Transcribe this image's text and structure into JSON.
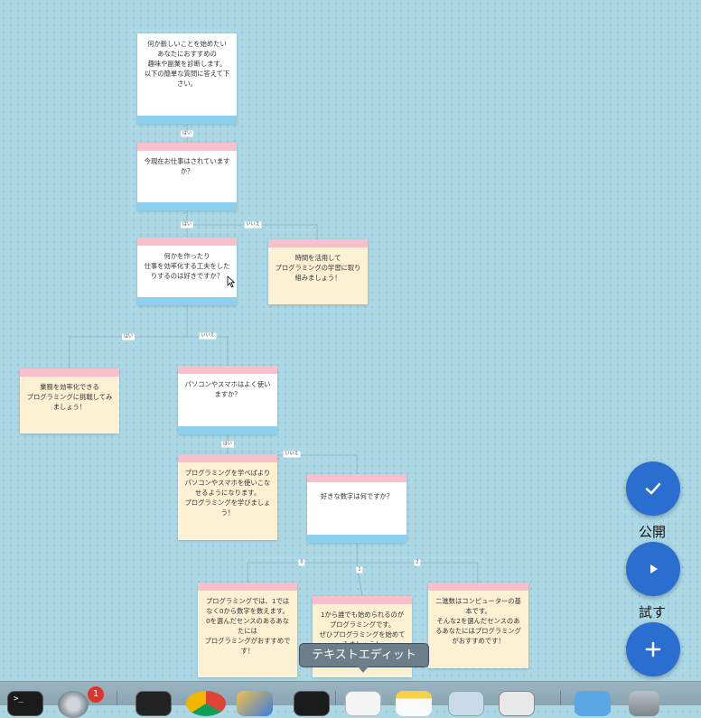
{
  "nodes": {
    "start": "何か新しいことを始めたい\nあなたにおすすめの\n趣味や副業を診断します。\n以下の簡単な質問に答えて下さい。",
    "q1": "今現在お仕事はされていますか？",
    "q2": "何かを作ったり\n仕事を効率化する工夫をしたりするのは好きですか？",
    "r1": "時間を活用して\nプログラミングの学習に取り組みましょう！",
    "r2": "業務を効率化できる\nプログラミングに挑戦してみましょう！",
    "q3": "パソコンやスマホはよく使いますか？",
    "r3": "プログラミングを学べばよりパソコンやスマホを使いこなせるようになります。\nプログラミングを学びましょう！",
    "q4": "好きな数字は何ですか？",
    "r4": "プログラミングでは、1ではなく0から数字を数えます。\n0を選んだセンスのあるあなたには\nプログラミングがおすすめです！",
    "r5": "1から誰でも始められるのがプログラミングです。\nぜひプログラミングを始めてみましょう！",
    "r6": "二進数はコンピューターの基本です。\nそんな2を選んだセンスのあるあなたにはプログラミングがおすすめです！"
  },
  "edge_labels": {
    "start_q1": "はい",
    "q1_yes": "はい",
    "q1_no": "いいえ",
    "q2_yes": "はい",
    "q2_no": "いいえ",
    "q3_yes": "はい",
    "q3_no": "いいえ",
    "q4_0": "0",
    "q4_1": "1",
    "q4_2": "2"
  },
  "actions": {
    "publish_label": "公開",
    "try_label": "試す",
    "publish_icon": "check-icon",
    "try_icon": "play-icon",
    "add_icon": "plus-icon"
  },
  "tooltip": "テキストエディット",
  "dock": {
    "badge_count": "1",
    "icons": [
      "terminal-icon",
      "system-preferences-icon",
      "activity-monitor-icon",
      "chrome-icon",
      "xcode-icon",
      "terminal-icon",
      "textedit-icon",
      "notes-icon",
      "preview-icon",
      "screenshot-icon",
      "downloads-folder-icon",
      "trash-icon"
    ]
  },
  "colors": {
    "background": "#acd8e6",
    "node_header": "#f9c0cb",
    "node_footer": "#8ccfee",
    "result_fill": "#fdf1d4",
    "fab": "#2a6fcf"
  }
}
